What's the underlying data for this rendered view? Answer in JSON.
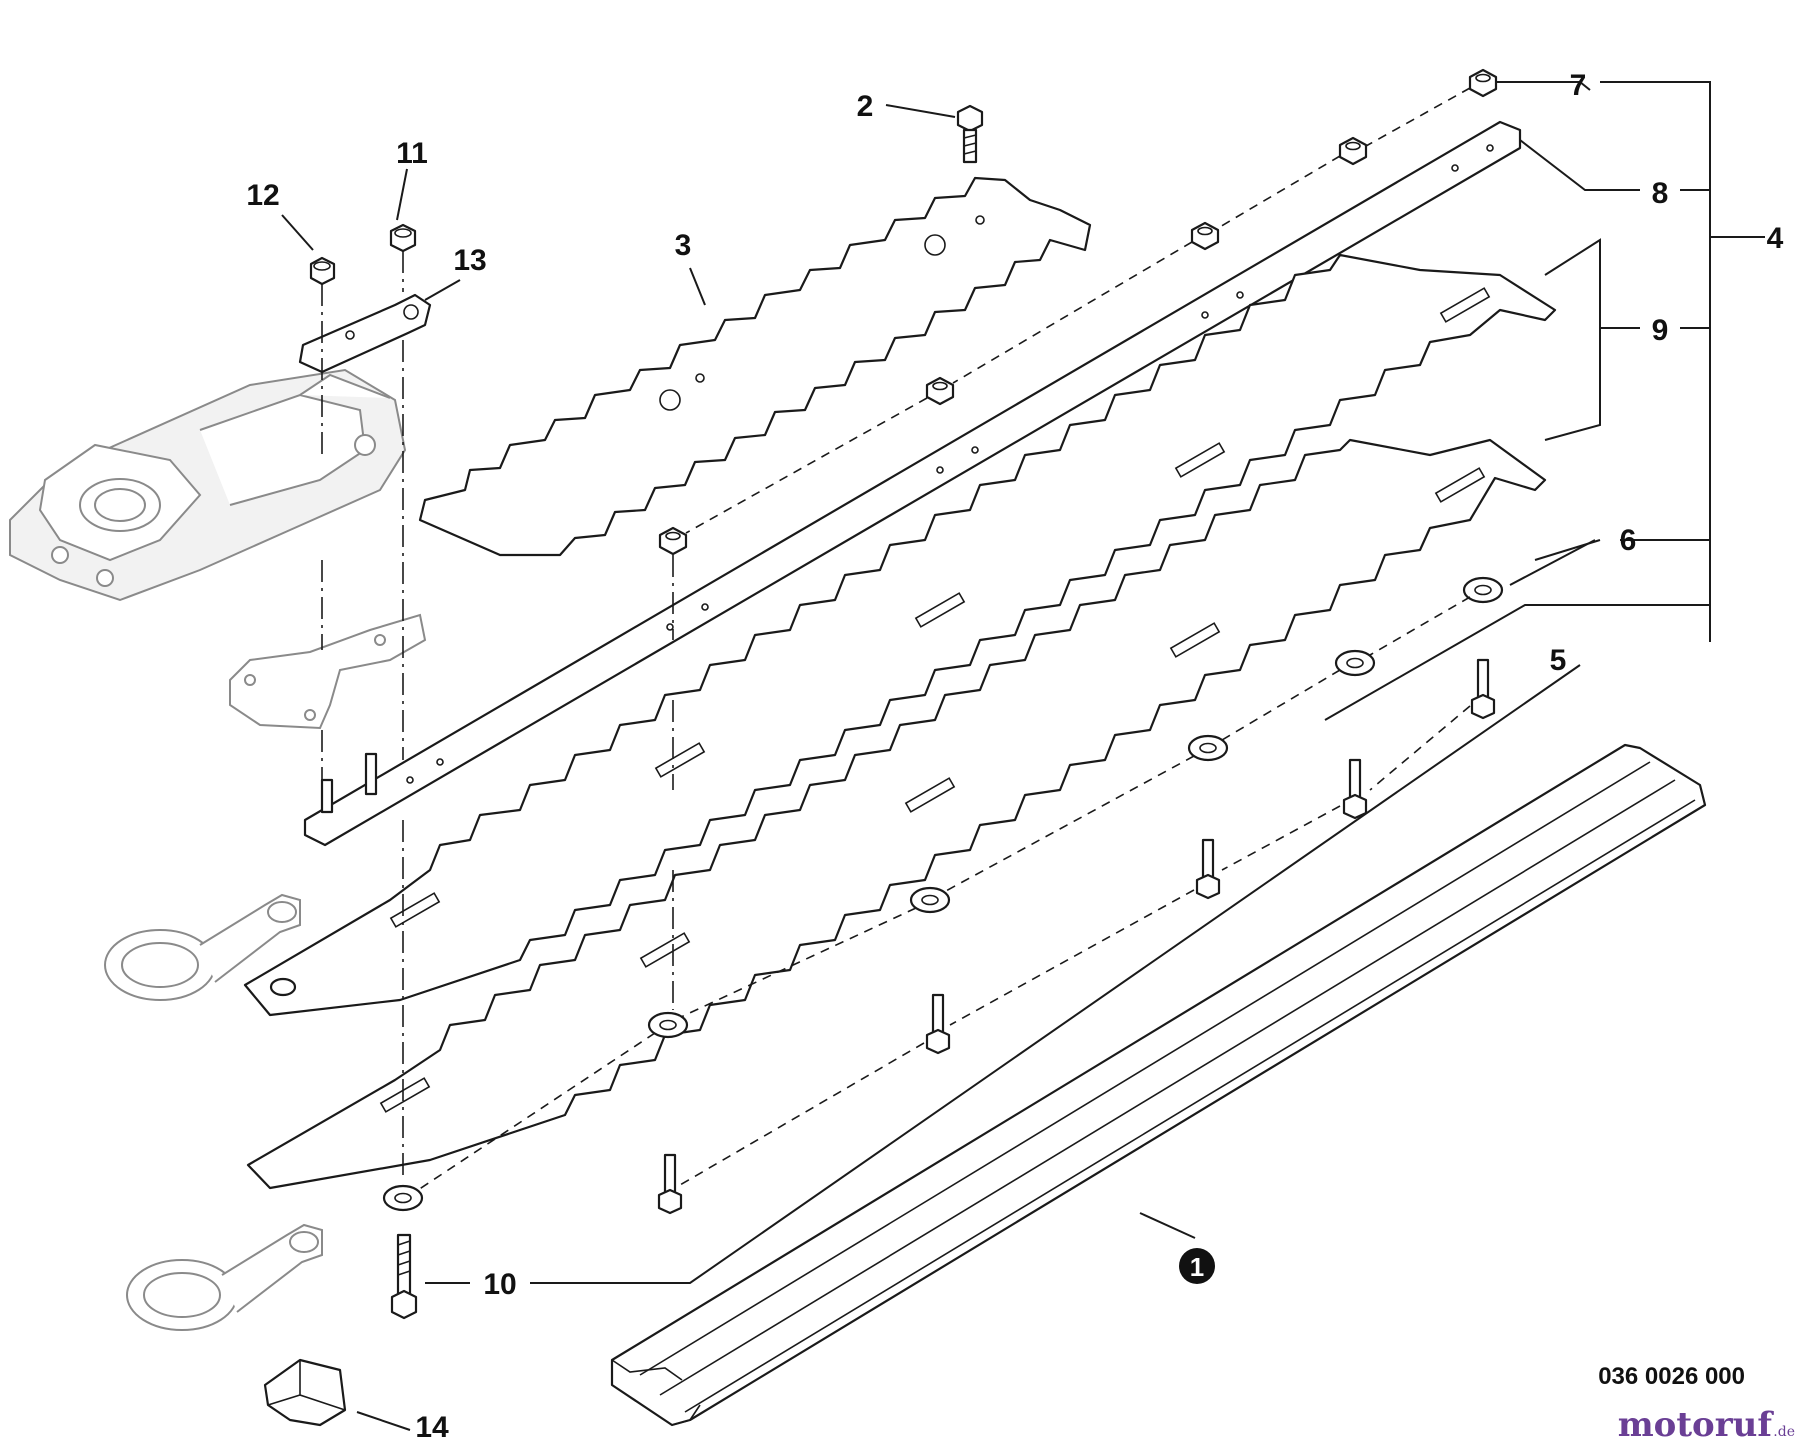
{
  "callouts": {
    "c1": "1",
    "c2": "2",
    "c3": "3",
    "c4": "4",
    "c5": "5",
    "c6": "6",
    "c7": "7",
    "c8": "8",
    "c9": "9",
    "c10": "10",
    "c11": "11",
    "c12": "12",
    "c13": "13",
    "c14": "14"
  },
  "drawing_code": "036 0026 000",
  "watermark": {
    "brand": "motoruf",
    "suffix": ".de",
    "color": "#6a3f95"
  }
}
